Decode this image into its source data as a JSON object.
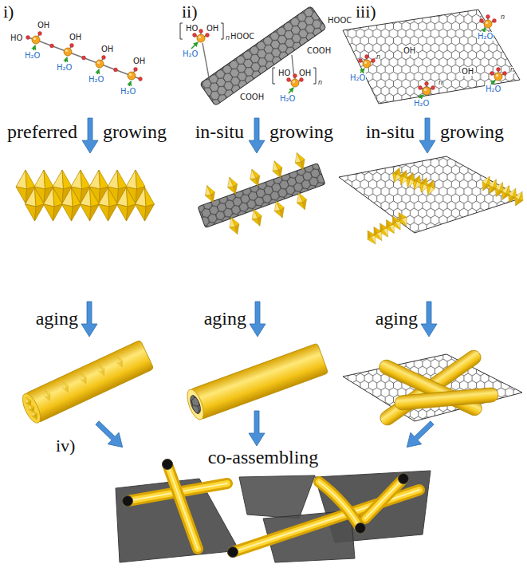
{
  "diagram": {
    "labels": [
      "i)",
      "ii)",
      "iii)",
      "HO",
      "OH",
      "H₂O",
      "OH",
      "H₂O",
      "OH",
      "H₂O",
      "OH",
      "H₂O",
      "HOOC",
      "COOH",
      "COOH",
      "HO",
      "OH",
      "H₂O",
      "n",
      "HO",
      "OH",
      "H₂O",
      "n",
      "HOOC",
      "OH",
      "OH",
      "H₂O",
      "n",
      "H₂O",
      "n",
      "H₂O",
      "n",
      "H₂O",
      "n",
      "preferred growing",
      "in-situ growing",
      "in-situ growing",
      "aging",
      "aging",
      "aging",
      "iv)",
      "co-assembling"
    ]
  }
}
